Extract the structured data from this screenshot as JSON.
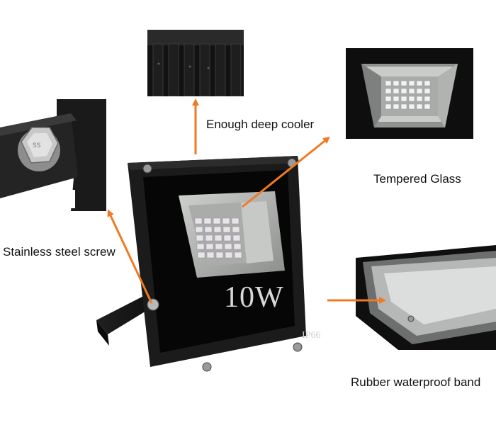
{
  "labels": {
    "cooler": "Enough deep cooler",
    "glass": "Tempered Glass",
    "screw": "Stainless steel screw",
    "band": "Rubber waterproof band"
  },
  "product": {
    "wattage": "10W",
    "rating": "IP66"
  },
  "colors": {
    "arrow": "#f07a22",
    "housing": "#161616",
    "face": "#050505",
    "reflector": "#b9bcb9",
    "led_chip": "#e9e3ea",
    "wattage_text": "#d8d8d8"
  }
}
